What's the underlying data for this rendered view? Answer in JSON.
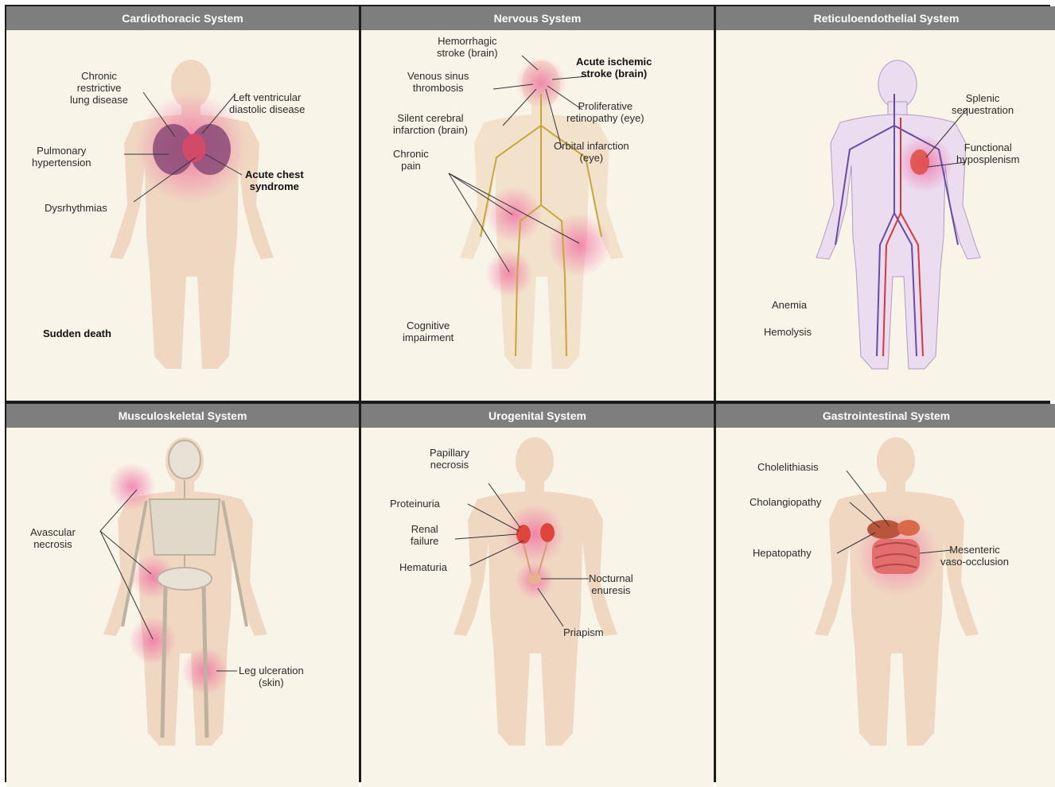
{
  "panels": {
    "cardiothoracic": {
      "title": "Cardiothoracic System",
      "labels": {
        "chronic_restrictive": "Chronic\nrestrictive\nlung disease",
        "left_ventricular": "Left ventricular\ndiastolic disease",
        "pulmonary_hypertension": "Pulmonary\nhypertension",
        "acute_chest": "Acute chest\nsyndrome",
        "dysrhythmias": "Dysrhythmias",
        "sudden_death": "Sudden death"
      }
    },
    "nervous": {
      "title": "Nervous System",
      "labels": {
        "hemorrhagic_stroke": "Hemorrhagic\nstroke (brain)",
        "acute_ischemic": "Acute ischemic\nstroke (brain)",
        "venous_sinus": "Venous sinus\nthrombosis",
        "proliferative_retinopathy": "Proliferative\nretinopathy (eye)",
        "silent_cerebral": "Silent cerebral\ninfarction (brain)",
        "orbital_infarction": "Orbital infarction\n(eye)",
        "chronic_pain": "Chronic\npain",
        "cognitive_impairment": "Cognitive\nimpairment"
      }
    },
    "reticuloendothelial": {
      "title": "Reticuloendothelial System",
      "labels": {
        "splenic_sequestration": "Splenic\nsequestration",
        "functional_hyposplenism": "Functional\nhyposplenism",
        "anemia": "Anemia",
        "hemolysis": "Hemolysis"
      }
    },
    "musculoskeletal": {
      "title": "Musculoskeletal System",
      "labels": {
        "avascular_necrosis": "Avascular\nnecrosis",
        "leg_ulceration": "Leg ulceration\n(skin)"
      }
    },
    "urogenital": {
      "title": "Urogenital System",
      "labels": {
        "papillary_necrosis": "Papillary\nnecrosis",
        "proteinuria": "Proteinuria",
        "renal_failure": "Renal\nfailure",
        "hematuria": "Hematuria",
        "nocturnal_enuresis": "Nocturnal\nenuresis",
        "priapism": "Priapism"
      }
    },
    "gastrointestinal": {
      "title": "Gastrointestinal System",
      "labels": {
        "cholelithiasis": "Cholelithiasis",
        "cholangiopathy": "Cholangiopathy",
        "hepatopathy": "Hepatopathy",
        "mesenteric": "Mesenteric\nvaso-occlusion"
      }
    }
  },
  "colors": {
    "header_bg": "#7e7e7e",
    "panel_bg": "#f9f4e8",
    "body_fill": "#f0d7c2",
    "highlight": "#f06a9a",
    "organ_red": "#e0453b"
  }
}
